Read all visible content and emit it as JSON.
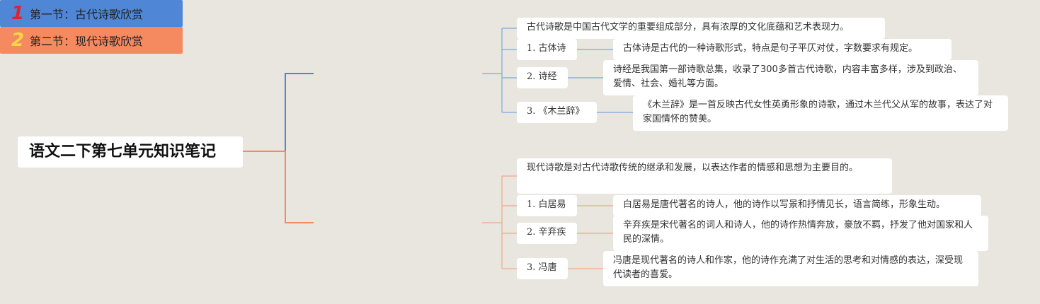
{
  "title": "语文二下第七单元知识笔记",
  "colors": {
    "background": "#e8e6df",
    "section1": "#4f86d6",
    "section2": "#f5895f",
    "link1": "#7aa6e0",
    "link2": "#f2a788",
    "num1": "#e0222a",
    "num2": "#f7d64a"
  },
  "sections": [
    {
      "number": "1",
      "title": "第一节：古代诗歌欣赏",
      "intro": "古代诗歌是中国古代文学的重要组成部分，具有浓厚的文化底蕴和艺术表现力。",
      "items": [
        {
          "label": "1. 古体诗",
          "desc": "古体诗是古代的一种诗歌形式，特点是句子平仄对仗，字数要求有规定。"
        },
        {
          "label": "2. 诗经",
          "desc": "诗经是我国第一部诗歌总集，收录了300多首古代诗歌，内容丰富多样，涉及到政治、爱情、社会、婚礼等方面。"
        },
        {
          "label": "3. 《木兰辞》",
          "desc": "《木兰辞》是一首反映古代女性英勇形象的诗歌，通过木兰代父从军的故事，表达了对家国情怀的赞美。"
        }
      ]
    },
    {
      "number": "2",
      "title": "第二节：现代诗歌欣赏",
      "intro": "现代诗歌是对古代诗歌传统的继承和发展，以表达作者的情感和思想为主要目的。",
      "items": [
        {
          "label": "1. 白居易",
          "desc": "白居易是唐代著名的诗人，他的诗作以写景和抒情见长，语言简练，形象生动。"
        },
        {
          "label": "2. 辛弃疾",
          "desc": "辛弃疾是宋代著名的词人和诗人，他的诗作热情奔放，豪放不羁，抒发了他对国家和人民的深情。"
        },
        {
          "label": "3. 冯唐",
          "desc": "冯唐是现代著名的诗人和作家，他的诗作充满了对生活的思考和对情感的表达，深受现代读者的喜爱。"
        }
      ]
    }
  ]
}
